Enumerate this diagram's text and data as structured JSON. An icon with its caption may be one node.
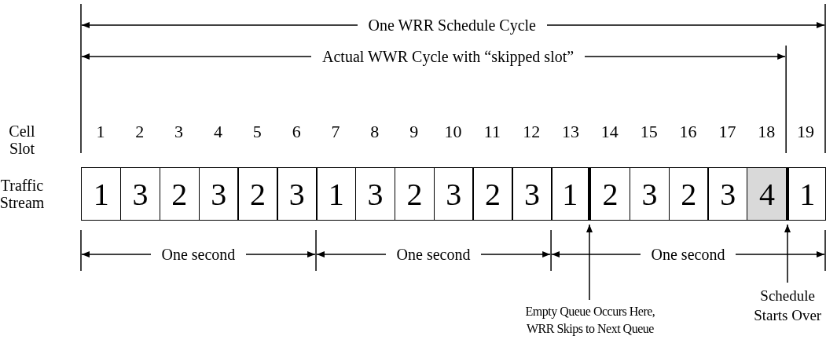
{
  "diagram": {
    "nodes": [
      {
        "text": [
          "1"
        ]
      },
      {
        "text": [
          "3"
        ]
      },
      {
        "text": [
          "2"
        ]
      },
      {
        "text": [
          "3"
        ]
      },
      {
        "text": [
          "2"
        ]
      },
      {
        "text": [
          "3"
        ]
      },
      {
        "text": [
          "1"
        ]
      },
      {
        "text": [
          "3"
        ]
      },
      {
        "text": [
          "2"
        ]
      },
      {
        "text": [
          "3"
        ]
      },
      {
        "text": [
          "2"
        ]
      },
      {
        "text": [
          "3"
        ]
      },
      {
        "text": [
          "1"
        ]
      },
      {
        "text": [
          "2"
        ]
      },
      {
        "text": [
          "3"
        ]
      },
      {
        "text": [
          "2"
        ]
      },
      {
        "text": [
          "3"
        ]
      },
      {
        "text": [
          "4"
        ]
      },
      {
        "text": [
          "1"
        ]
      },
      {
        "text": [
          "Empty Queue Occurs Here, WRR Skips to Next Queue"
        ]
      },
      {
        "text": [
          "Schedule Starts Over"
        ]
      }
    ],
    "edges": [
      {
        "from": 19,
        "to": 12,
        "arrow": "to"
      },
      {
        "from": 20,
        "to": 18,
        "arrow": "to"
      }
    ],
    "labels": [
      "One WRR Schedule Cycle",
      "Actual WWR Cycle with “skipped slot”",
      "Cell Slot",
      "1",
      "2",
      "3",
      "4",
      "5",
      "6",
      "7",
      "8",
      "9",
      "10",
      "11",
      "12",
      "13",
      "14",
      "15",
      "16",
      "17",
      "18",
      "19",
      "Traffic Stream",
      "One second",
      "One second",
      "One second"
    ]
  }
}
